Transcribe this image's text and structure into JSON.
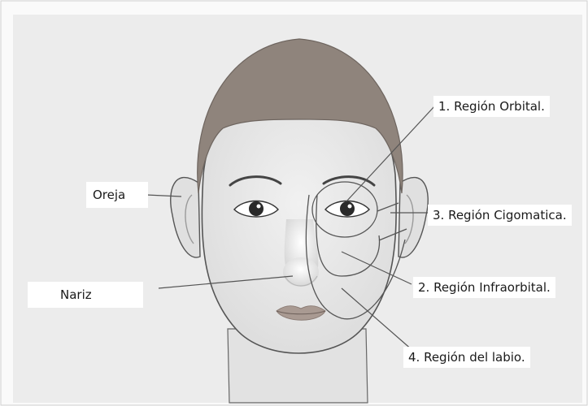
{
  "labels": {
    "orbital": "1. Región Orbital.",
    "cigomatica": "3. Región Cigomatica.",
    "infraorbital": "2. Región Infraorbital.",
    "labio": "4. Región del labio.",
    "oreja": "Oreja",
    "nariz": "Nariz"
  },
  "colors": {
    "background": "#ffffff",
    "panel": "#ececec",
    "skin": "#e9e9e9",
    "hair": "#8f847c",
    "outline": "#555555",
    "leader": "#555555",
    "lips": "#a99a92"
  }
}
